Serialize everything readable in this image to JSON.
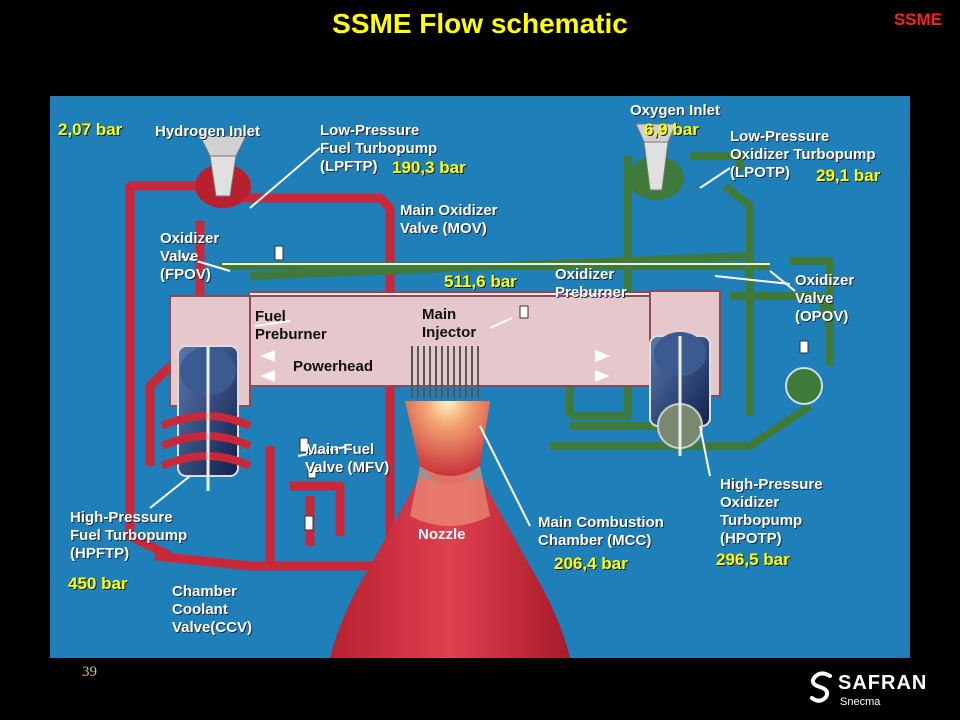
{
  "header": {
    "title": "SSME Flow schematic",
    "tag": "SSME"
  },
  "labels": {
    "hydrogen_inlet": "Hydrogen Inlet",
    "lpftp": "Low-Pressure\nFuel Turbopump\n(LPFTP)",
    "oxygen_inlet": "Oxygen Inlet",
    "lpotp": "Low-Pressure\nOxidizer Turbopump\n(LPOTP)",
    "mov": "Main Oxidizer\nValve (MOV)",
    "fpov": "Oxidizer\nValve\n(FPOV)",
    "opov": "Oxidizer\nValve\n(OPOV)",
    "oxidizer_preburner": "Oxidizer\nPreburner",
    "fuel_preburner": "Fuel\nPreburner",
    "main_injector": "Main\nInjector",
    "powerhead": "Powerhead",
    "mfv": "Main Fuel\nValve (MFV)",
    "nozzle": "Nozzle",
    "mcc": "Main Combustion\nChamber (MCC)",
    "hpftp": "High-Pressure\nFuel Turbopump\n(HPFTP)",
    "hpotp": "High-Pressure\nOxidizer\nTurbopump\n(HPOTP)",
    "ccv": "Chamber\nCoolant\nValve(CCV)"
  },
  "pressures": {
    "hydrogen_inlet": "2,07 bar",
    "lpftp_outlet": "190,3 bar",
    "oxygen_inlet": "6,9 bar",
    "lpotp_outlet": "29,1 bar",
    "mov": "511,6 bar",
    "hpftp": "450 bar",
    "mcc": "206,4 bar",
    "hpotp": "296,5 bar"
  },
  "footer": {
    "page_number": "39",
    "logo_name": "SAFRAN",
    "logo_sub": "Snecma"
  },
  "colors": {
    "background": "#000000",
    "title": "#ffff00",
    "tag": "#ff2020",
    "panel": "#1f7fb8",
    "fuel_line": "#c8283a",
    "oxidizer_line": "#3f7a3a",
    "powerhead": "#e6c7cc",
    "pressure_text": "#ffff00"
  }
}
